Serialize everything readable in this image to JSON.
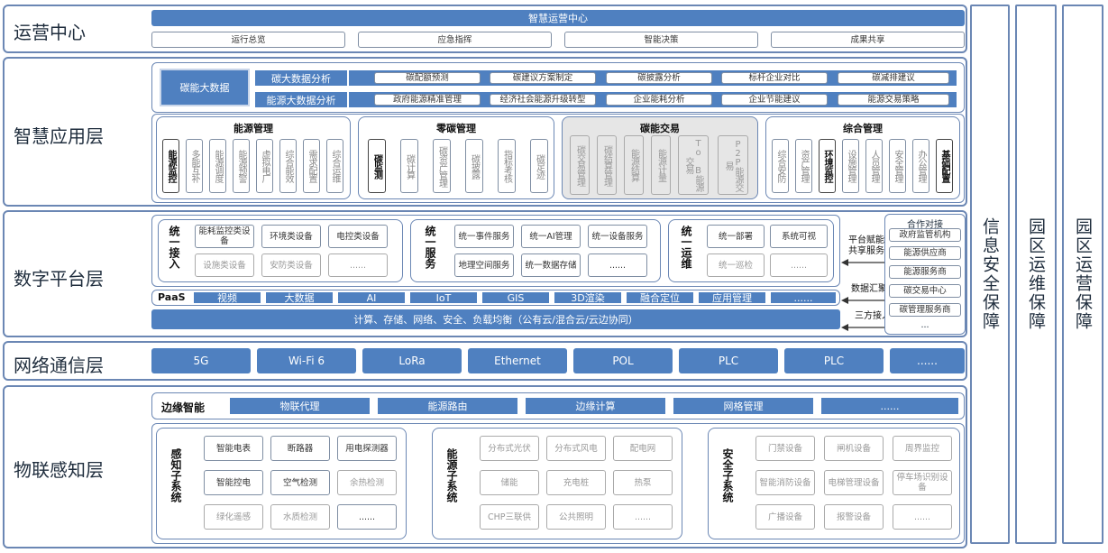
{
  "layers": {
    "ops": {
      "title": "运营中心",
      "header": "智慧运营中心",
      "items": [
        "运行总览",
        "应急指挥",
        "智能决策",
        "成果共享"
      ]
    },
    "app": {
      "title": "智慧应用层",
      "carbon_big_data": "碳能大数据",
      "row1": {
        "label": "碳大数据分析",
        "items": [
          "碳配额预测",
          "碳建议方案制定",
          "碳披露分析",
          "标杆企业对比",
          "碳减排建议"
        ]
      },
      "row2": {
        "label": "能源大数据分析",
        "items": [
          "政府能源精准管理",
          "经济社会能源升级转型",
          "企业能耗分析",
          "企业节能建议",
          "能源交易策略"
        ]
      },
      "groups": [
        {
          "title": "能源管理",
          "items": [
            "能源监控",
            "多能互补",
            "能源调度",
            "能源预警",
            "虚拟电厂",
            "综合能效",
            "需求配置",
            "综合运维"
          ]
        },
        {
          "title": "零碳管理",
          "items": [
            "碳监测",
            "碳计算",
            "碳资产管理",
            "碳披露",
            "指标考核",
            "碳足迹"
          ]
        },
        {
          "title": "碳能交易",
          "items": [
            "碳交易管理",
            "碳结算管理",
            "能源结算",
            "能源计量",
            "To B能源交易",
            "P2P能源交易"
          ]
        },
        {
          "title": "综合管理",
          "items": [
            "综合安防",
            "资产管理",
            "环境监控",
            "设施管理",
            "人员管理",
            "安全管理",
            "办公管理",
            "基础配置"
          ]
        }
      ]
    },
    "platform": {
      "title": "数字平台层",
      "access": {
        "label": "统一接入",
        "items": [
          "能耗监控类设备",
          "环境类设备",
          "电控类设备",
          "设施类设备",
          "安防类设备",
          "......"
        ]
      },
      "service": {
        "label": "统一服务",
        "items": [
          "统一事件服务",
          "统一AI管理",
          "统一设备服务",
          "地理空间服务",
          "统一数据存储",
          "......"
        ]
      },
      "ops": {
        "label": "统一运维",
        "items": [
          "统一部署",
          "系统可视",
          "统一巡检",
          "......"
        ]
      },
      "paas": {
        "label": "PaaS",
        "items": [
          "视频",
          "大数据",
          "AI",
          "IoT",
          "GIS",
          "3D渲染",
          "融合定位",
          "应用管理",
          "......"
        ]
      },
      "iaas": "计算、存储、网络、安全、负载均衡（公有云/混合云/云边协同）",
      "side_labels": [
        "平台赋能共享服务",
        "数据汇聚",
        "三方接入"
      ],
      "coop": {
        "title": "合作对接",
        "items": [
          "政府监管机构",
          "能源供应商",
          "能源服务商",
          "碳交易中心",
          "碳管理服务商",
          "..."
        ]
      }
    },
    "network": {
      "title": "网络通信层",
      "items": [
        "5G",
        "Wi-Fi 6",
        "LoRa",
        "Ethernet",
        "POL",
        "PLC",
        "PLC",
        "......"
      ]
    },
    "iot": {
      "title": "物联感知层",
      "edge": {
        "label": "边缘智能",
        "items": [
          "物联代理",
          "能源路由",
          "边缘计算",
          "网格管理",
          "......"
        ]
      },
      "sensing": {
        "label": "感知子系统",
        "items": [
          "智能电表",
          "断路器",
          "用电探测器",
          "智能控电",
          "空气检测",
          "余热检测",
          "绿化遥感",
          "水质检测",
          "......"
        ]
      },
      "energy": {
        "label": "能源子系统",
        "items": [
          "分布式光伏",
          "分布式风电",
          "配电网",
          "储能",
          "充电桩",
          "热泵",
          "CHP三联供",
          "公共照明",
          "......"
        ]
      },
      "safety": {
        "label": "安全子系统",
        "items": [
          "门禁设备",
          "闸机设备",
          "周界监控",
          "智能消防设备",
          "电梯管理设备",
          "停车场识别设备",
          "广播设备",
          "报警设备",
          "......"
        ]
      }
    }
  },
  "right_pillars": [
    "信息安全保障",
    "园区运维保障",
    "园区运营保障"
  ],
  "colors": {
    "bar": "#4f80c0",
    "border": "#6b87b4",
    "shade": "#e6e6e6"
  }
}
